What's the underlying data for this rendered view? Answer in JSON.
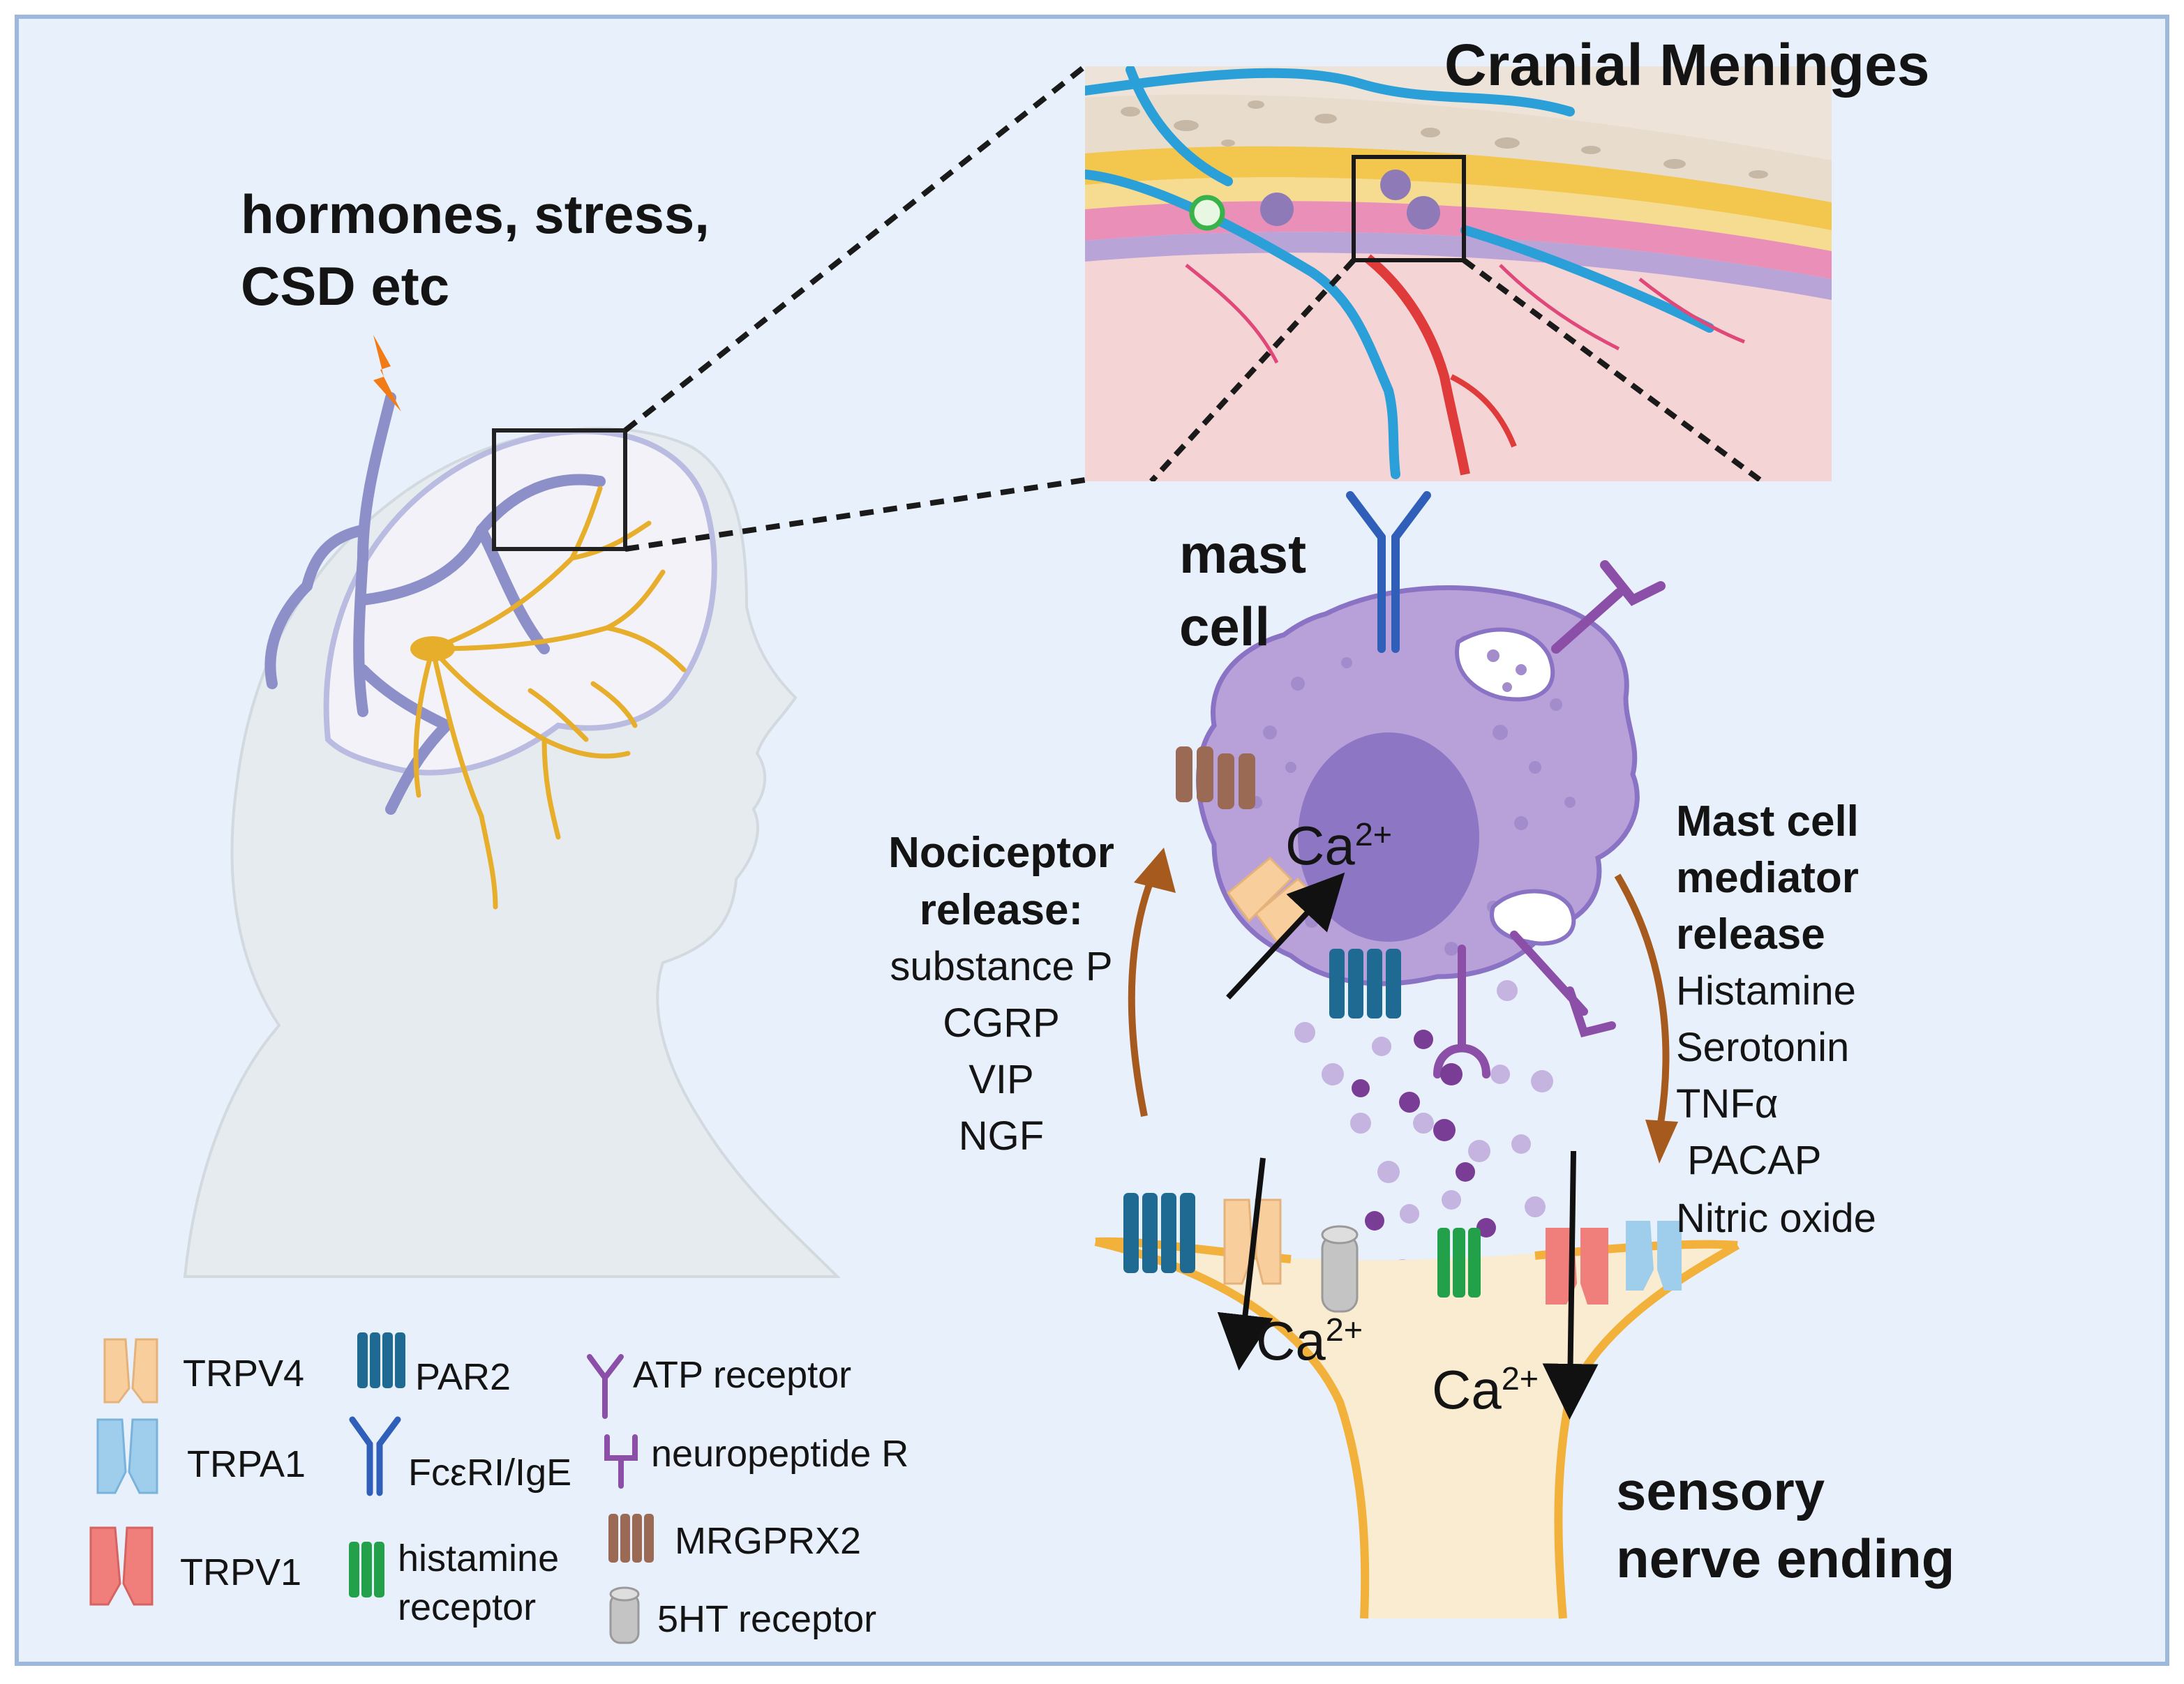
{
  "labels": {
    "triggers": [
      "hormones, stress,",
      "CSD etc"
    ],
    "meninges_title": "Cranial Meninges",
    "mast_cell": [
      "mast",
      "cell"
    ],
    "sensory_nerve": [
      "sensory",
      "nerve ending"
    ],
    "calcium_base": "Ca",
    "calcium_sup": "2+"
  },
  "nociceptor_release": {
    "heading": [
      "Nociceptor",
      "release:"
    ],
    "items": [
      "substance P",
      "CGRP",
      "VIP",
      "NGF"
    ]
  },
  "mast_cell_release": {
    "heading": [
      "Mast cell",
      "mediator",
      "release"
    ],
    "items": [
      "Histamine",
      "Serotonin",
      "TNFα",
      " PACAP",
      "Nitric oxide"
    ]
  },
  "legend": [
    {
      "label": "TRPV4",
      "icon": "trpv4-channel-icon",
      "color": "#f8cf9c"
    },
    {
      "label": "TRPA1",
      "icon": "trpa1-channel-icon",
      "color": "#9fcdec"
    },
    {
      "label": "TRPV1",
      "icon": "trpv1-channel-icon",
      "color": "#f07f7c"
    },
    {
      "label": "PAR2",
      "icon": "par2-receptor-icon",
      "color": "#1e6a92"
    },
    {
      "label": "FcεRI/IgE",
      "icon": "fceri-ige-icon",
      "color": "#2f5fb8"
    },
    {
      "label": [
        "histamine",
        "receptor"
      ],
      "icon": "histamine-receptor-icon",
      "color": "#22a04a"
    },
    {
      "label": "ATP receptor",
      "icon": "atp-receptor-icon",
      "color": "#8b4fa8"
    },
    {
      "label": "neuropeptide R",
      "icon": "neuropeptide-receptor-icon",
      "color": "#8b4fa8"
    },
    {
      "label": "MRGPRX2",
      "icon": "mrgprx2-receptor-icon",
      "color": "#9a6a55"
    },
    {
      "label": "5HT receptor",
      "icon": "5ht-receptor-icon",
      "color": "#b8b8b8"
    }
  ],
  "colors": {
    "panel_bg": "#e8f1fb",
    "frame": "#9db8dc",
    "mast_cell": "#b8a0d8",
    "nerve_fill": "#f9ecd1",
    "nerve_outline": "#f2b13a",
    "brain_vessels": "#8c8fc8",
    "trigeminal": "#e7ae2b",
    "arrow_brown": "#a65a1e",
    "lightning": "#f07b17"
  }
}
